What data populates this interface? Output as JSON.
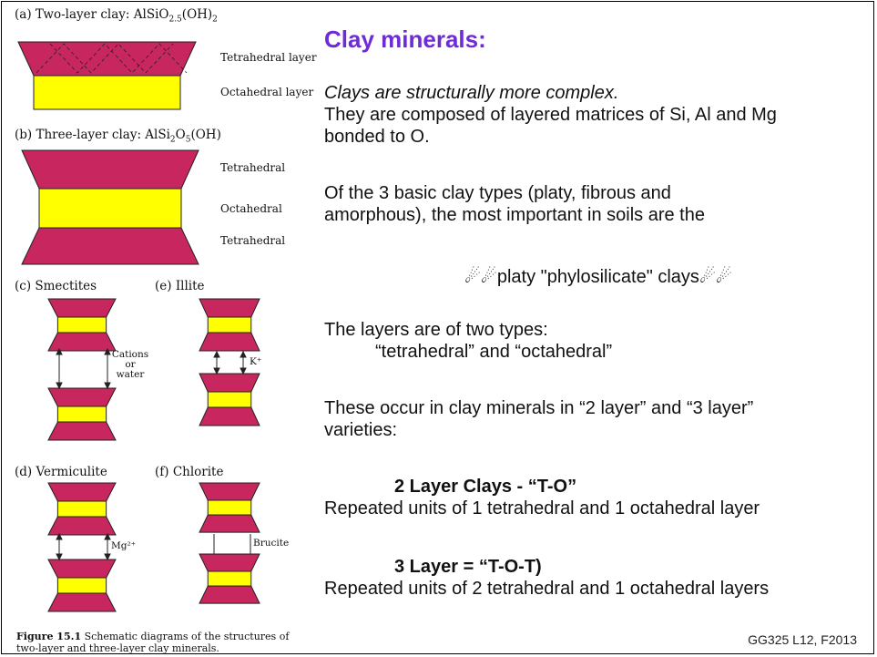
{
  "figure": {
    "panel_a": {
      "caption_prefix": "(a) Two-layer clay: AlSiO",
      "sub1": "2.5",
      "caption_mid": "(OH)",
      "sub2": "2",
      "tetra_label": "Tetrahedral layer",
      "octa_label": "Octahedral layer"
    },
    "panel_b": {
      "caption_prefix": "(b) Three-layer clay: AlSi",
      "sub1": "2",
      "caption_mid": "O",
      "sub2": "5",
      "caption_end": "(OH)",
      "tetra_top": "Tetrahedral",
      "octa": "Octahedral",
      "tetra_bottom": "Tetrahedral"
    },
    "panel_c": {
      "caption": "(c) Smectites",
      "gap_label_1": "Cations",
      "gap_label_2": "or",
      "gap_label_3": "water"
    },
    "panel_e": {
      "caption": "(e) Illite",
      "gap_label": "K⁺"
    },
    "panel_d": {
      "caption": "(d) Vermiculite",
      "gap_label": "Mg²⁺"
    },
    "panel_f": {
      "caption": "(f) Chlorite",
      "gap_label": "Brucite"
    },
    "note_bold": "Figure 15.1",
    "note_text": " Schematic diagrams of the structures of",
    "note_line2": "two-layer and three-layer clay minerals."
  },
  "colors": {
    "tetrahedral": "#c8265f",
    "octahedral": "#ffff00",
    "title": "#6f2bd6"
  },
  "text": {
    "title": "Clay minerals:",
    "l1": "Clays are structurally more complex.",
    "l2": "They are composed of layered matrices of Si, Al and Mg",
    "l3": "bonded to O.",
    "l4": "Of the 3 basic clay types (platy, fibrous and",
    "l5": "amorphous), the most important in soils are the",
    "l6": "platy \"phylosilicate\" clays",
    "bullet": "☄☄",
    "l7": "The layers are of two types:",
    "l8": "“tetrahedral” and “octahedral”",
    "l9": "These occur in clay minerals in “2 layer” and “3 layer”",
    "l10": "varieties:",
    "h1": "2 Layer Clays - “T-O”",
    "l11": "Repeated units of 1 tetrahedral and 1 octahedral layer",
    "h2": "3 Layer = “T-O-T)",
    "l12": "Repeated units of 2 tetrahedral and 1 octahedral layers",
    "footer": "GG325 L12, F2013"
  }
}
